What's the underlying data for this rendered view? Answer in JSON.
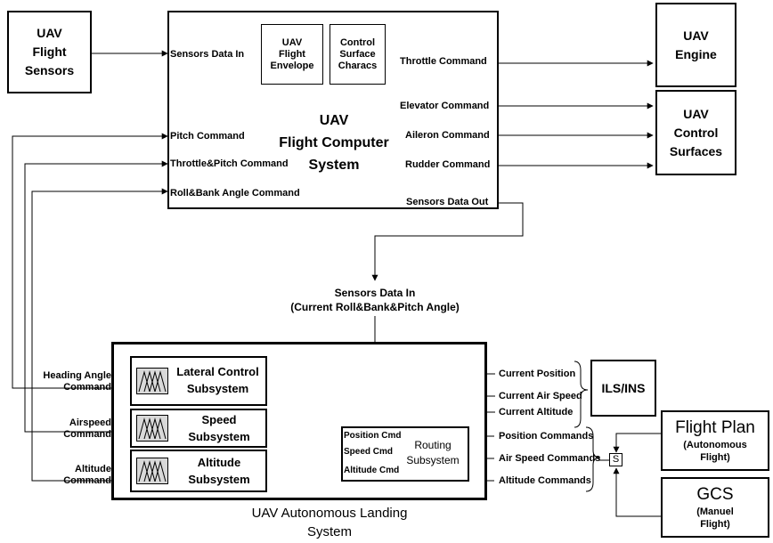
{
  "blocks": {
    "sensors": [
      "UAV",
      "Flight",
      "Sensors"
    ],
    "engine": [
      "UAV",
      "Engine"
    ],
    "surfaces": [
      "UAV",
      "Control",
      "Surfaces"
    ],
    "fcs_title": [
      "UAV",
      "Flight Computer",
      "System"
    ],
    "envelope": [
      "UAV",
      "Flight",
      "Envelope"
    ],
    "surface_characs": [
      "Control",
      "Surface",
      "Characs"
    ],
    "ils": "ILS/INS",
    "flight_plan_title": "Flight Plan",
    "flight_plan_sub": [
      "(Autonomous",
      "Flight)"
    ],
    "gcs_title": "GCS",
    "gcs_sub": [
      "(Manuel",
      "Flight)"
    ],
    "switch": "S"
  },
  "fcs_ports": {
    "sensors_in": "Sensors Data In",
    "pitch_cmd": "Pitch Command",
    "throttle_pitch_cmd": "Throttle&Pitch Command",
    "roll_bank_cmd": "Roll&Bank Angle Command",
    "throttle_out": "Throttle Command",
    "elevator_out": "Elevator Command",
    "aileron_out": "Aileron Command",
    "rudder_out": "Rudder Command",
    "sensors_out": "Sensors Data Out"
  },
  "landing": {
    "sensors_in": [
      "Sensors Data In",
      "(Current Roll&Bank&Pitch Angle)"
    ],
    "lateral": [
      "Lateral Control",
      "Subsystem"
    ],
    "speed": [
      "Speed",
      "Subsystem"
    ],
    "altitude": [
      "Altitude",
      "Subsystem"
    ],
    "routing": [
      "Routing",
      "Subsystem"
    ],
    "position_cmd": "Position Cmd",
    "speed_cmd": "Speed Cmd",
    "altitude_cmd": "Altitude Cmd",
    "system_label": [
      "UAV  Autonomous Landing",
      "System"
    ],
    "heading_out": [
      "Heading Angle",
      "Command"
    ],
    "airspeed_out": [
      "Airspeed",
      "Command"
    ],
    "altitude_out": [
      "Altitude",
      "Command"
    ]
  },
  "ils_outputs": {
    "position": "Current Position",
    "airspeed": "Current Air Speed",
    "altitude": "Current Altitude"
  },
  "plan_outputs": {
    "position": "Position Commands",
    "airspeed": "Air Speed Commands",
    "altitude": "Altitude Commands"
  }
}
